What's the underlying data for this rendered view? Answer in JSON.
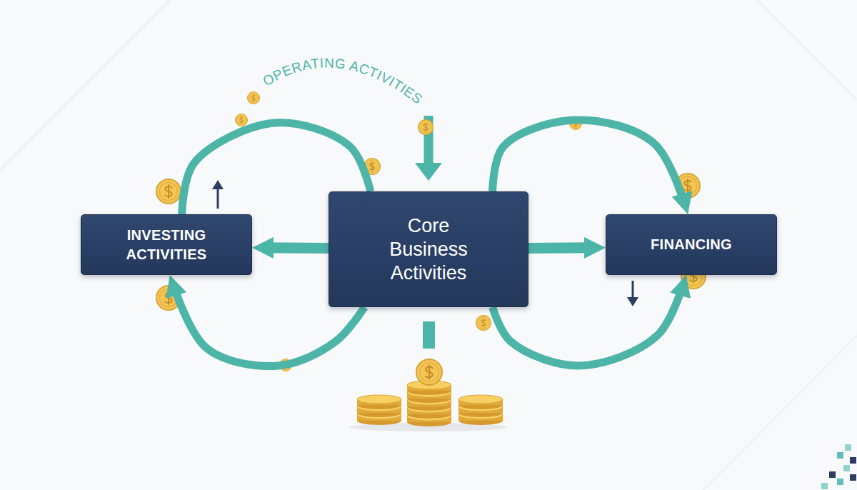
{
  "diagram": {
    "nodes": [
      {
        "text": [
          "INVESTING ACTIVITIES"
        ]
      },
      {
        "text": [
          "Core Business Activities"
        ]
      },
      {
        "text": [
          "FINANCING"
        ]
      }
    ],
    "edges": [
      {
        "from": 1,
        "to": 0,
        "arrow": "to"
      },
      {
        "from": 1,
        "to": 2,
        "arrow": "to"
      },
      {
        "from": 0,
        "to": 1,
        "arrow": "none"
      },
      {
        "from": 1,
        "to": 0,
        "arrow": "to"
      },
      {
        "from": 1,
        "to": 2,
        "arrow": "to"
      },
      {
        "from": 1,
        "to": 2,
        "arrow": "to"
      }
    ],
    "labels": [
      "OPERATING ACTIVITIES"
    ]
  }
}
